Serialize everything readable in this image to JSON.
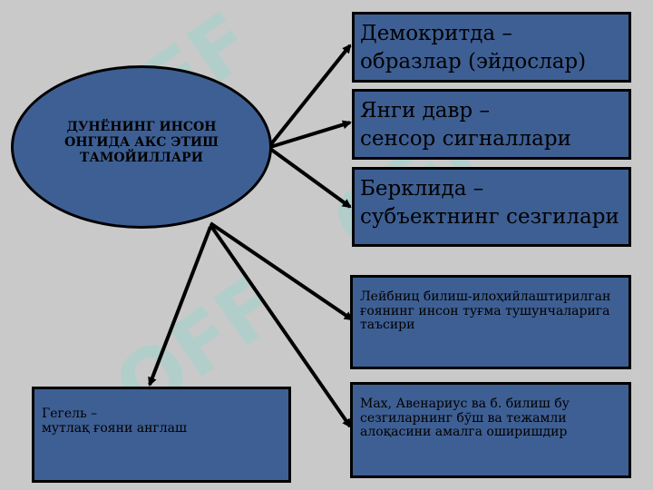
{
  "watermark": {
    "text": "OFF",
    "color": "#78dcd2"
  },
  "colors": {
    "background": "#c9c9c9",
    "shape_fill": "#3e5f93",
    "stroke": "#000000"
  },
  "center": {
    "label": "ДУНЁНИНГ ИНСОН ОНГИДА АКС ЭТИШ ТАМОЙИЛЛАРИ"
  },
  "boxes": {
    "democritus": {
      "line1": "Демокритда –",
      "line2": "образлар (эйдослар)"
    },
    "new_era": {
      "line1": "Янги давр  –",
      "line2": "сенсор сигналлари"
    },
    "berkeley": {
      "line1": "Берклида –",
      "line2": "субъектнинг сезгилари"
    },
    "leibniz": {
      "text": "Лейбниц билиш-илоҳийлаштирилган ғоянинг инсон туғма тушунчаларига таъсири"
    },
    "mach": {
      "text": "Мах, Авенариус ва б. билиш бу сезгиларнинг бўш ва тежамли алоқасини амалга оширишдир"
    },
    "hegel": {
      "line1": "Гегель –",
      "line2": "мутлақ ғояни англаш"
    }
  }
}
